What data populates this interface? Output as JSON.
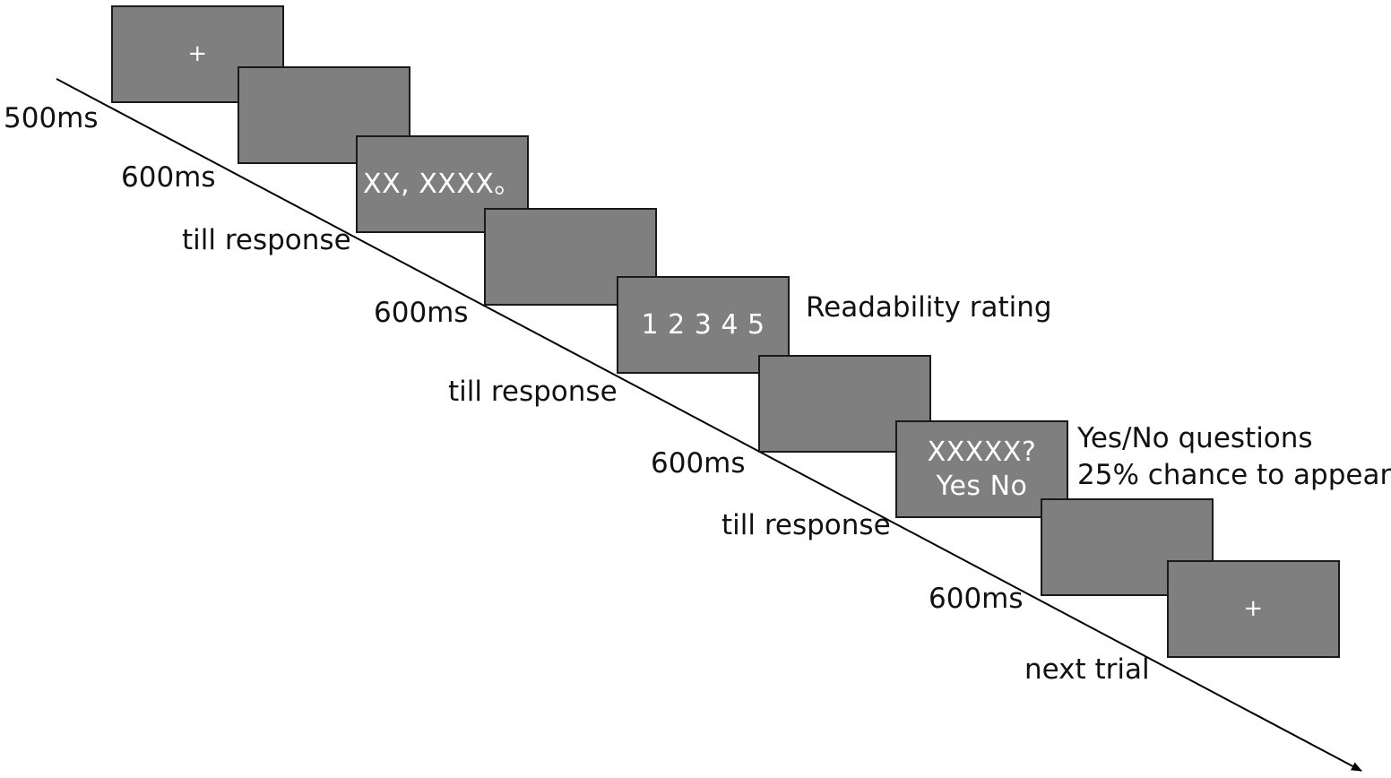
{
  "diagram": {
    "screens": [
      {
        "id": "fixation-1",
        "content": "+"
      },
      {
        "id": "blank-1",
        "content": ""
      },
      {
        "id": "sentence",
        "content": "XX, XXXX。"
      },
      {
        "id": "blank-2",
        "content": ""
      },
      {
        "id": "rating-scale",
        "content": "1 2 3 4 5"
      },
      {
        "id": "blank-3",
        "content": ""
      },
      {
        "id": "question",
        "content": "XXXXX?\nYes No"
      },
      {
        "id": "blank-4",
        "content": ""
      },
      {
        "id": "fixation-2",
        "content": "+"
      }
    ],
    "durations": [
      "500ms",
      "600ms",
      "till response",
      "600ms",
      "till response",
      "600ms",
      "till response",
      "600ms",
      "next trial"
    ],
    "notes": {
      "rating": "Readability rating",
      "question_line1": "Yes/No questions",
      "question_line2": "25% chance to appear"
    },
    "colors": {
      "screen_fill": "#7f7f7f",
      "screen_border": "#1a1a1a",
      "screen_text": "#ffffff",
      "line": "#000000",
      "label_text": "#111111"
    }
  }
}
